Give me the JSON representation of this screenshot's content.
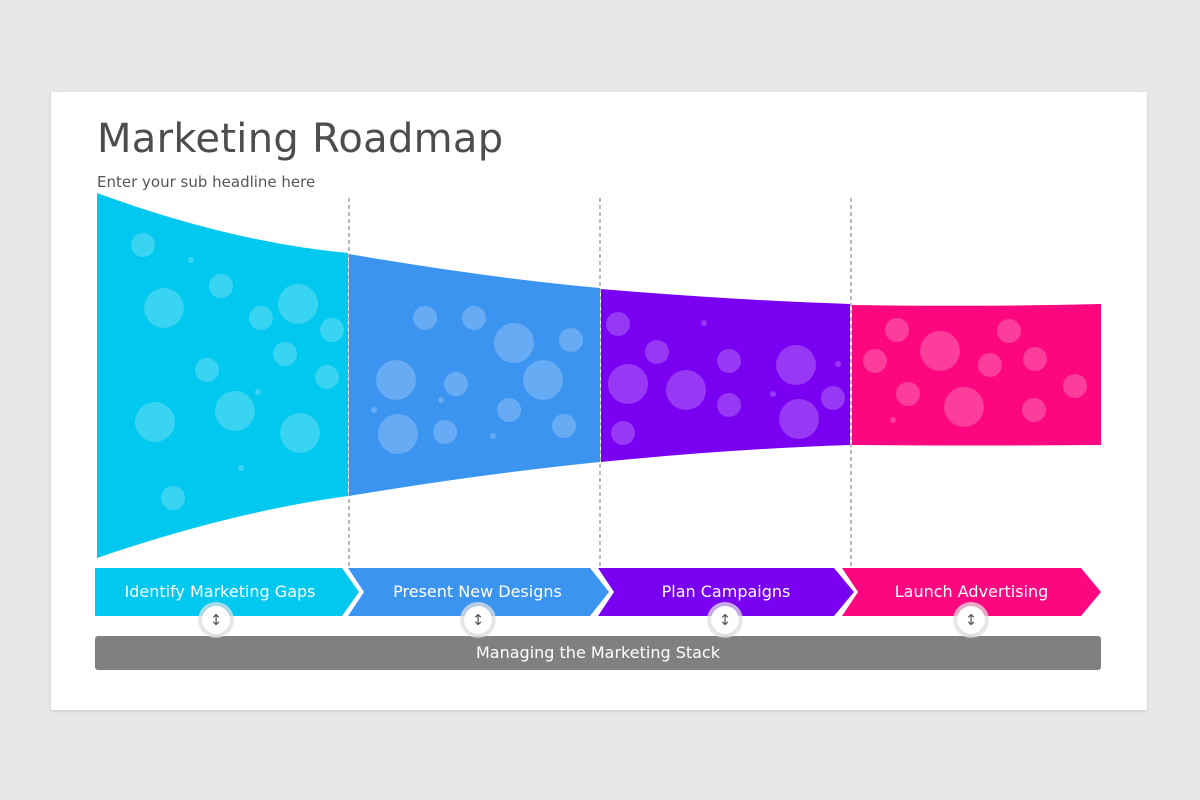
{
  "slide": {
    "title": "Marketing Roadmap",
    "subtitle": "Enter your sub headline here"
  },
  "stages": [
    {
      "label": "Identify Marketing Gaps",
      "color": "#00c8ef"
    },
    {
      "label": "Present New Designs",
      "color": "#3b94f0"
    },
    {
      "label": "Plan Campaigns",
      "color": "#7a00f2"
    },
    {
      "label": "Launch Advertising",
      "color": "#fc0780"
    }
  ],
  "stack_bar": {
    "label": "Managing the Marketing Stack",
    "color": "#808080"
  },
  "icons": {
    "knob": "up-down-arrow-icon"
  }
}
